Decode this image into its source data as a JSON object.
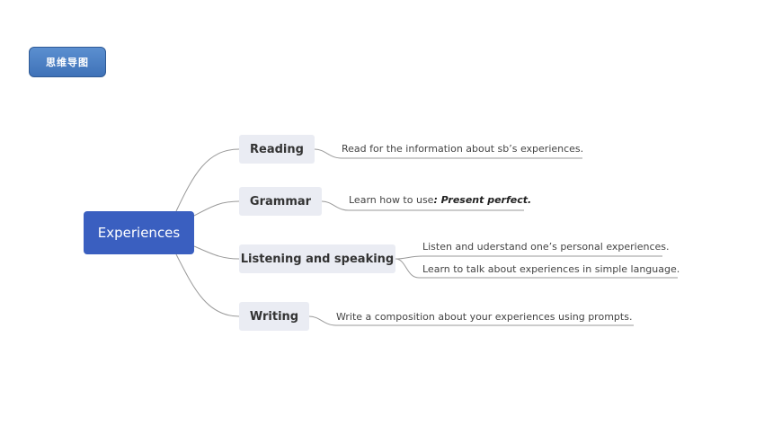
{
  "badge": {
    "label": "思维导图"
  },
  "root": {
    "label": "Experiences"
  },
  "topics": [
    {
      "label": "Reading",
      "subs": [
        {
          "text": "Read for  the information about sb’s experiences."
        }
      ]
    },
    {
      "label": "Grammar",
      "subs": [
        {
          "text": "Learn  how to use",
          "emphasis": ": Present perfect."
        }
      ]
    },
    {
      "label": "Listening and speaking",
      "subs": [
        {
          "text": "Listen and uderstand one’s personal experiences."
        },
        {
          "text": "Learn to talk about experiences in simple language."
        }
      ]
    },
    {
      "label": "Writing",
      "subs": [
        {
          "text": "Write a  composition about your experiences using prompts."
        }
      ]
    }
  ],
  "colors": {
    "root": "#3a5fc0",
    "topic_bg": "#eaecf3",
    "badge": "#4a7fc4",
    "line": "#9a9a9a"
  }
}
